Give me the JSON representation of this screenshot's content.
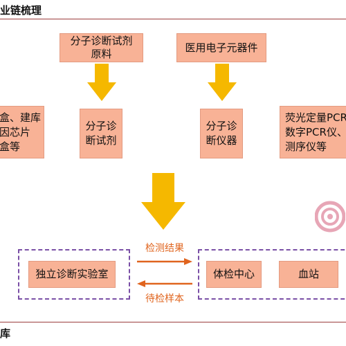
{
  "header": {
    "title": "业链梳理"
  },
  "upstream": {
    "raw_materials": "分子诊断试剂\n原料",
    "electronics": "医用电子元器件"
  },
  "midstream": {
    "left_partial": "盒、建库\n因芯片\n盒等",
    "reagents": "分子诊\n断试剂",
    "instruments": "分子诊\n断仪器",
    "right_partial": "荧光定量PCR\n数字PCR仪、\n测序仪等"
  },
  "downstream": {
    "lab": "独立诊断实验室",
    "physical_exam": "体检中心",
    "blood_station": "血站",
    "flow_results": "检测结果",
    "flow_samples": "待检样本"
  },
  "footer": {
    "title": "库"
  },
  "colors": {
    "box_fill": "#f8b296",
    "arrow_fill": "#f5b800",
    "dashed_border": "#7a4fa6",
    "flow_arrow": "#e0641e",
    "rule": "#9a3b3b"
  }
}
